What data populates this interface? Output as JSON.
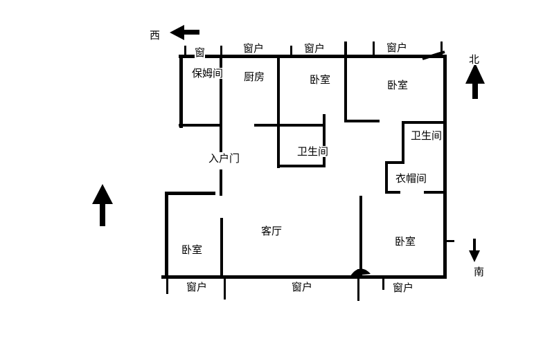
{
  "compass": {
    "west": "西",
    "north": "北",
    "south": "南"
  },
  "labels": {
    "window": "窗户",
    "window_small": "窗",
    "bedroom": "卧室",
    "bathroom": "卫生间",
    "kitchen": "厨房",
    "nanny_room": "保姆间",
    "living_room": "客厅",
    "cloakroom": "衣帽间",
    "entry_door": "入户门"
  },
  "colors": {
    "line": "#000000",
    "background": "#ffffff"
  }
}
